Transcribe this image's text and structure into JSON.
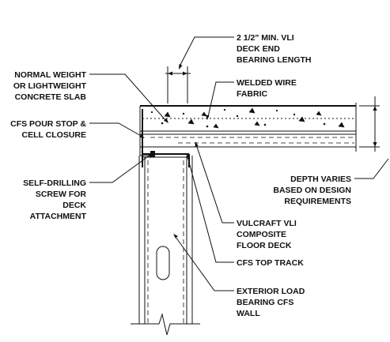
{
  "labels": {
    "bearing": [
      "2 1/2\" MIN. VLI",
      "DECK END",
      "BEARING LENGTH"
    ],
    "slab": [
      "NORMAL WEIGHT",
      "OR LIGHTWEIGHT",
      "CONCRETE SLAB"
    ],
    "wwf": [
      "WELDED WIRE",
      "FABRIC"
    ],
    "pourstop": [
      "CFS POUR STOP &",
      "CELL CLOSURE"
    ],
    "depth": [
      "DEPTH VARIES",
      "BASED ON DESIGN",
      "REQUIREMENTS"
    ],
    "screw": [
      "SELF-DRILLING",
      "SCREW FOR",
      "DECK",
      "ATTACHMENT"
    ],
    "deck": [
      "VULCRAFT VLI",
      "COMPOSITE",
      "FLOOR DECK"
    ],
    "track": [
      "CFS TOP TRACK"
    ],
    "wall": [
      "EXTERIOR LOAD",
      "BEARING CFS",
      "WALL"
    ]
  }
}
